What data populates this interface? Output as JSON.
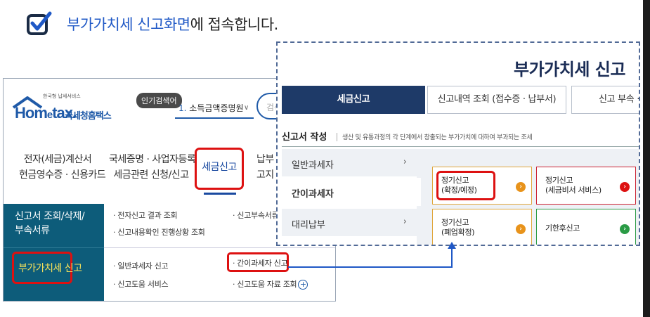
{
  "heading": {
    "highlight": "부가가치세 신고화면",
    "rest": "에 접속합니다."
  },
  "hometax": {
    "logo_tiny": "한국형 납세서비스",
    "logo_text": "Hom",
    "logo_e": "e",
    "logo_tax": "tax.",
    "logo_kr": "국세청홈택스",
    "popular_badge": "인기검색어",
    "popular_num": "1.",
    "popular_term": "소득금액증명원",
    "search_placeholder": "검색",
    "nav": [
      {
        "line1": "전자(세금)계산서",
        "line2": "현금영수증 · 신용카드"
      },
      {
        "line1": "국세증명 · 사업자등록",
        "line2": "세금관련 신청/신고"
      },
      {
        "line1": "세금신고",
        "line2": ""
      },
      {
        "line1": "납부",
        "line2": "고지 · 환"
      }
    ],
    "side": [
      {
        "line1": "신고서 조회/삭제/",
        "line2": "부속서류"
      },
      {
        "line1": "부가가치세 신고",
        "line2": ""
      }
    ],
    "menu": {
      "item1": "· 전자신고 결과 조회",
      "item2": "· 신고내용확인 진행상황 조회",
      "item3": "· 신고부속서류 제",
      "item4": "· 일반과세자 신고",
      "item5": "· 신고도움 서비스",
      "item6": "· 간이과세자 신고",
      "item7": "· 신고도움 자료 조회",
      "plus": "+"
    }
  },
  "vat_form": {
    "title": "부가가치세 신고",
    "tabs": [
      "세금신고",
      "신고내역 조회 (접수증 · 납부서)",
      "신고 부속 ·"
    ],
    "section_title": "신고서 작성",
    "section_desc": "생산 및 유통과정의 각 단계에서 창출되는 부가가치에 대하여 부과되는 조세",
    "taxpayer_types": [
      "일반과세자",
      "간이과세자",
      "대리납부"
    ],
    "arrow": "›",
    "cards": [
      {
        "line1": "정기신고",
        "line2": "(확정/예정)",
        "color": "#e8931b"
      },
      {
        "line1": "정기신고",
        "line2": "(세금비서 서비스)",
        "color": "#dd1111"
      },
      {
        "line1": "정기신고",
        "line2": "(폐업확정)",
        "color": "#e8931b"
      },
      {
        "line1": "기한후신고",
        "line2": "",
        "color": "#2a9b45"
      }
    ],
    "card_arrow": "›"
  }
}
